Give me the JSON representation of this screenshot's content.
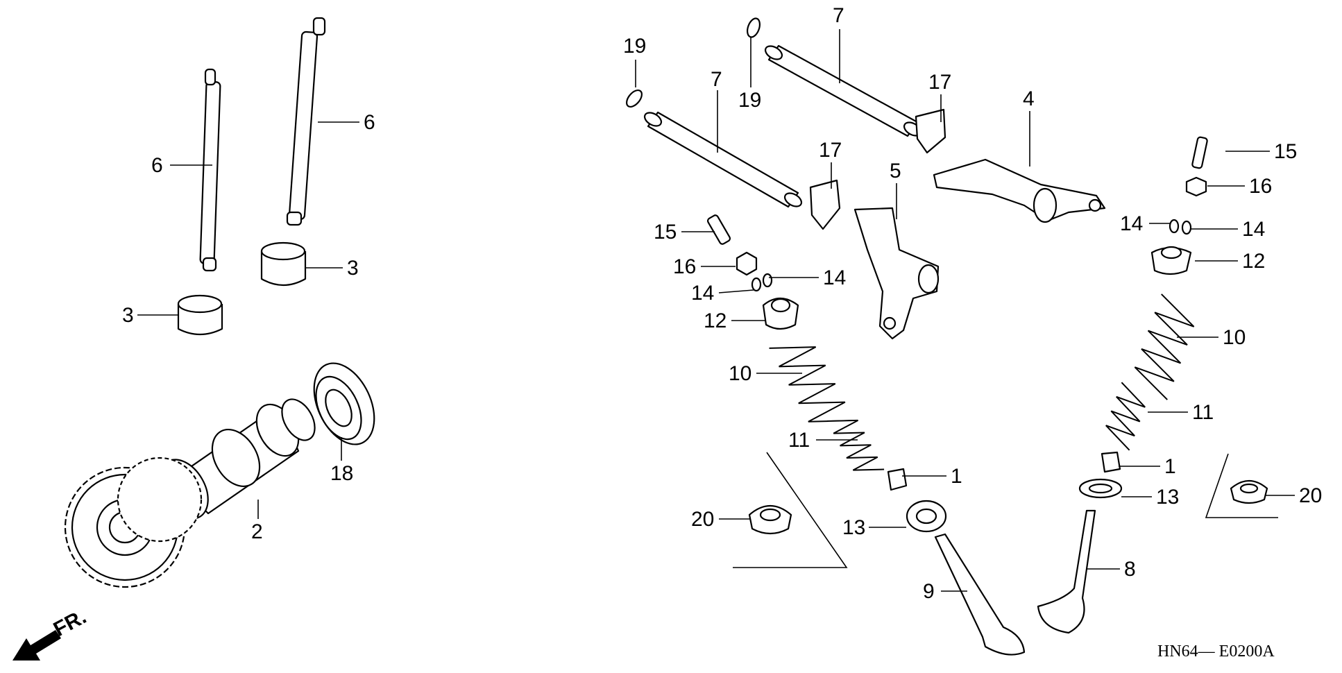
{
  "diagram": {
    "code": "HN64— E0200A",
    "front_label": "FR.",
    "callouts": [
      {
        "id": "c6a",
        "text": "6"
      },
      {
        "id": "c6b",
        "text": "6"
      },
      {
        "id": "c3a",
        "text": "3"
      },
      {
        "id": "c3b",
        "text": "3"
      },
      {
        "id": "c18",
        "text": "18"
      },
      {
        "id": "c2",
        "text": "2"
      },
      {
        "id": "c19a",
        "text": "19"
      },
      {
        "id": "c19b",
        "text": "19"
      },
      {
        "id": "c7a",
        "text": "7"
      },
      {
        "id": "c7b",
        "text": "7"
      },
      {
        "id": "c17a",
        "text": "17"
      },
      {
        "id": "c17b",
        "text": "17"
      },
      {
        "id": "c4",
        "text": "4"
      },
      {
        "id": "c5",
        "text": "5"
      },
      {
        "id": "c15a",
        "text": "15"
      },
      {
        "id": "c15b",
        "text": "15"
      },
      {
        "id": "c16a",
        "text": "16"
      },
      {
        "id": "c16b",
        "text": "16"
      },
      {
        "id": "c14a",
        "text": "14"
      },
      {
        "id": "c14b",
        "text": "14"
      },
      {
        "id": "c14c",
        "text": "14"
      },
      {
        "id": "c14d",
        "text": "14"
      },
      {
        "id": "c12a",
        "text": "12"
      },
      {
        "id": "c12b",
        "text": "12"
      },
      {
        "id": "c10a",
        "text": "10"
      },
      {
        "id": "c10b",
        "text": "10"
      },
      {
        "id": "c11a",
        "text": "11"
      },
      {
        "id": "c11b",
        "text": "11"
      },
      {
        "id": "c1a",
        "text": "1"
      },
      {
        "id": "c1b",
        "text": "1"
      },
      {
        "id": "c20a",
        "text": "20"
      },
      {
        "id": "c20b",
        "text": "20"
      },
      {
        "id": "c13a",
        "text": "13"
      },
      {
        "id": "c13b",
        "text": "13"
      },
      {
        "id": "c9",
        "text": "9"
      },
      {
        "id": "c8",
        "text": "8"
      }
    ]
  }
}
